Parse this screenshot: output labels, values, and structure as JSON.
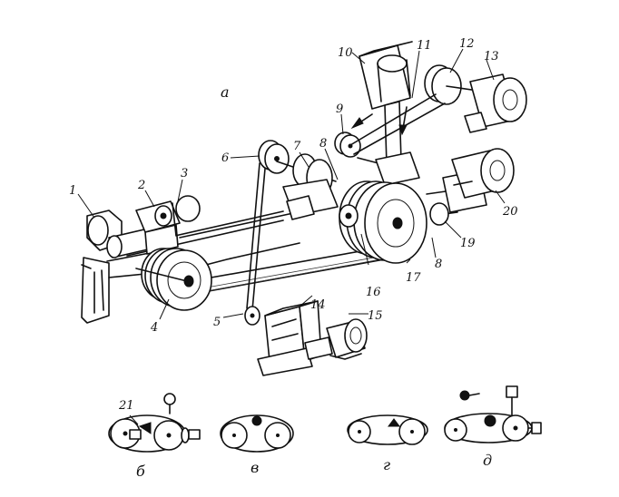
{
  "main_view_label": "а",
  "callouts": [
    "1",
    "2",
    "3",
    "4",
    "5",
    "6",
    "7",
    "8",
    "9",
    "10",
    "11",
    "12",
    "13",
    "14",
    "15",
    "16",
    "17",
    "8",
    "19",
    "20",
    "21"
  ],
  "sub_views": [
    {
      "label": "б",
      "callout": "21"
    },
    {
      "label": "в"
    },
    {
      "label": "г"
    },
    {
      "label": "д"
    }
  ]
}
